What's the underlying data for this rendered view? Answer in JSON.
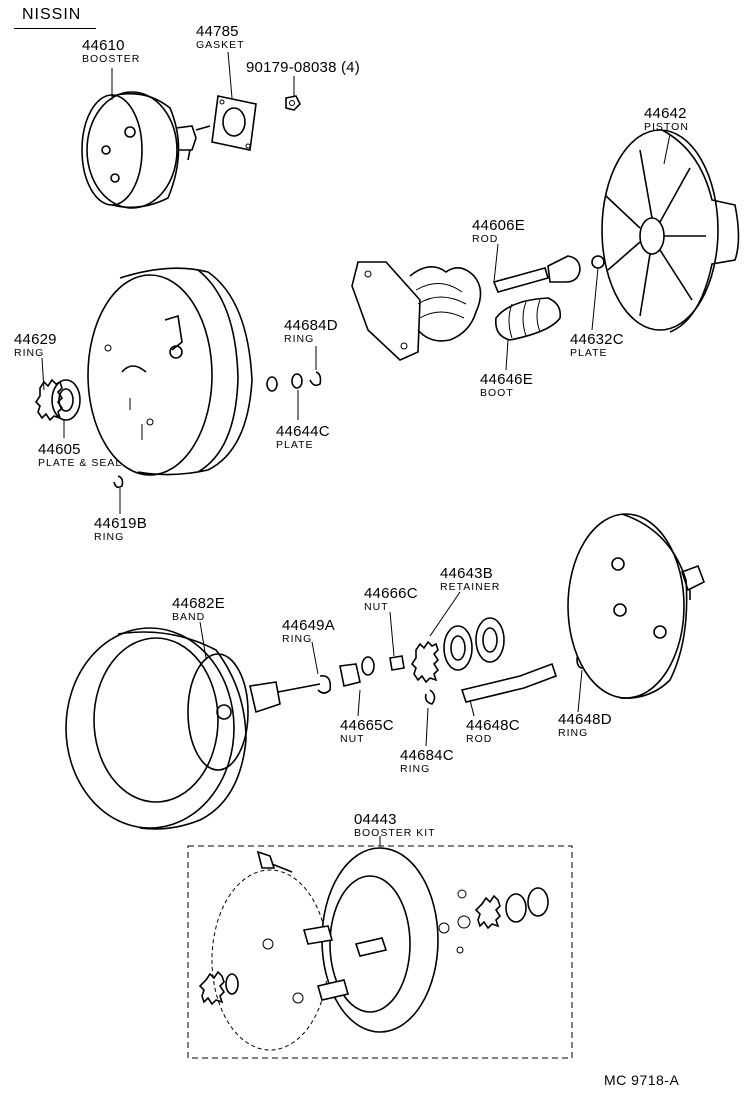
{
  "brand": "NISSIN",
  "diagram_code": "MC 9718-A",
  "parts": [
    {
      "id": "p44610",
      "number": "44610",
      "name": "BOOSTER"
    },
    {
      "id": "p44785",
      "number": "44785",
      "name": "GASKET"
    },
    {
      "id": "p90179",
      "number": "90179-08038 (4)",
      "name": ""
    },
    {
      "id": "p44642",
      "number": "44642",
      "name": "PISTON"
    },
    {
      "id": "p44606E",
      "number": "44606E",
      "name": "ROD"
    },
    {
      "id": "p44629",
      "number": "44629",
      "name": "RING"
    },
    {
      "id": "p44684D",
      "number": "44684D",
      "name": "RING"
    },
    {
      "id": "p44632C",
      "number": "44632C",
      "name": "PLATE"
    },
    {
      "id": "p44646E",
      "number": "44646E",
      "name": "BOOT"
    },
    {
      "id": "p44605",
      "number": "44605",
      "name": "PLATE & SEAL"
    },
    {
      "id": "p44644C",
      "number": "44644C",
      "name": "PLATE"
    },
    {
      "id": "p44619B",
      "number": "44619B",
      "name": "RING"
    },
    {
      "id": "p44682E",
      "number": "44682E",
      "name": "BAND"
    },
    {
      "id": "p44649A",
      "number": "44649A",
      "name": "RING"
    },
    {
      "id": "p44666C",
      "number": "44666C",
      "name": "NUT"
    },
    {
      "id": "p44643B",
      "number": "44643B",
      "name": "RETAINER"
    },
    {
      "id": "p44665C",
      "number": "44665C",
      "name": "NUT"
    },
    {
      "id": "p44648C",
      "number": "44648C",
      "name": "ROD"
    },
    {
      "id": "p44648D",
      "number": "44648D",
      "name": "RING"
    },
    {
      "id": "p44684C",
      "number": "44684C",
      "name": "RING"
    },
    {
      "id": "p04443",
      "number": "04443",
      "name": "BOOSTER KIT"
    }
  ]
}
